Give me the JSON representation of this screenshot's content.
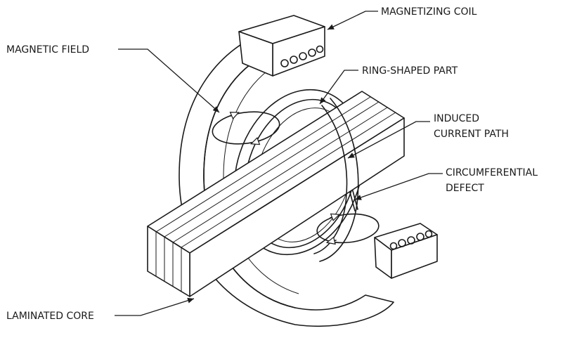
{
  "labels": {
    "magnetizing_coil": "MAGNETIZING COIL",
    "magnetic_field": "MAGNETIC FIELD",
    "ring_shaped_part": "RING-SHAPED PART",
    "induced_current_path_1": "INDUCED",
    "induced_current_path_2": "CURRENT PATH",
    "circumferential_defect_1": "CIRCUMFERENTIAL",
    "circumferential_defect_2": "DEFECT",
    "laminated_core": "LAMINATED CORE"
  },
  "colors": {
    "ink": "#1a1a1a",
    "background": "#ffffff"
  }
}
